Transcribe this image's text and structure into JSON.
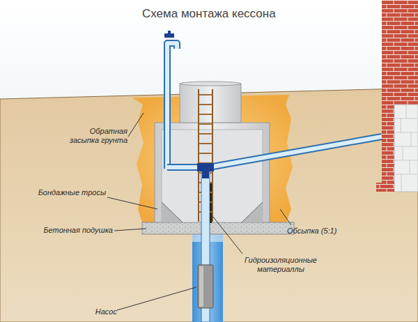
{
  "diagram": {
    "title": "Схема монтажа кессона",
    "labels": [
      "Обратная засыпка грунта",
      "Бондажные тросы",
      "Бетонная подушка",
      "Насос",
      "Гидроизоляционные материаллы",
      "Обсыпка (5:1)"
    ]
  }
}
